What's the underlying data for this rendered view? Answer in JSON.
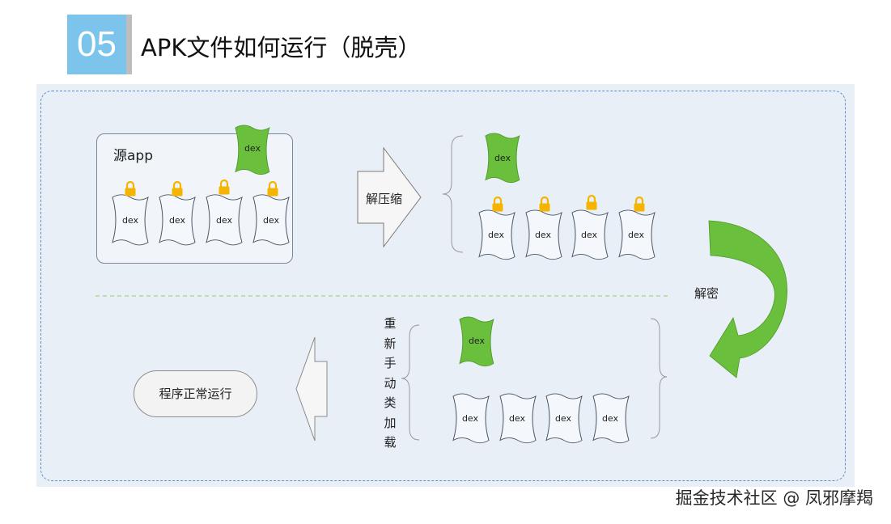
{
  "header": {
    "number": "05",
    "title": "APK文件如何运行（脱壳）"
  },
  "diagram": {
    "source_label": "源app",
    "dex_label": "dex",
    "step_unzip": "解压缩",
    "step_decrypt": "解密",
    "step_reload": "重新手动类加载",
    "result": "程序正常运行"
  },
  "colors": {
    "number_box": "#7cc4ec",
    "panel_background": "#e9eff6",
    "panel_border": "#5b8ec9",
    "dex_green": "#6abf3c",
    "lock": "#f5b400",
    "divider": "#a6d486"
  },
  "watermark": "掘金技术社区 @ 凤邪摩羯"
}
